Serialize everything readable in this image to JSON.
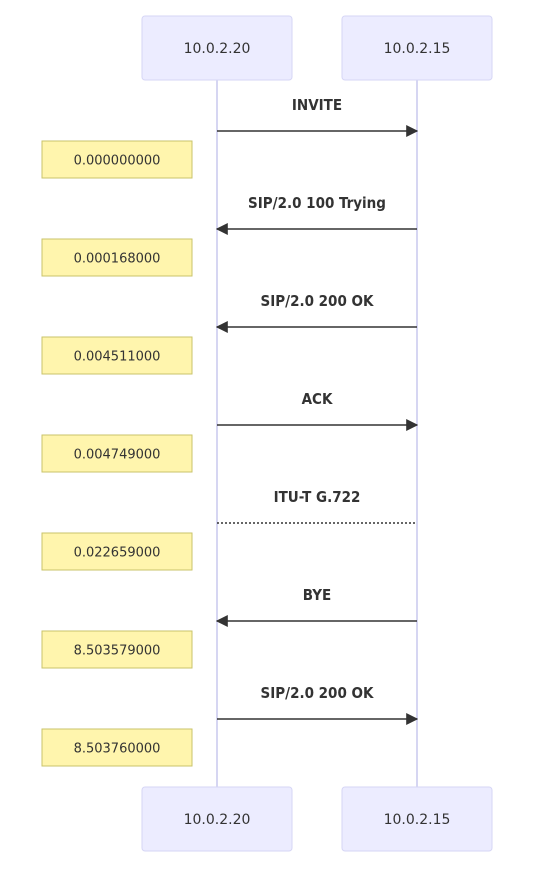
{
  "participants": [
    {
      "name": "10.0.2.20"
    },
    {
      "name": "10.0.2.15"
    }
  ],
  "messages": [
    {
      "label": "INVITE",
      "from": 0,
      "to": 1,
      "style": "solid",
      "note": "0.000000000"
    },
    {
      "label": "SIP/2.0 100 Trying",
      "from": 1,
      "to": 0,
      "style": "solid",
      "note": "0.000168000"
    },
    {
      "label": "SIP/2.0 200 OK",
      "from": 1,
      "to": 0,
      "style": "solid",
      "note": "0.004511000"
    },
    {
      "label": "ACK",
      "from": 0,
      "to": 1,
      "style": "solid",
      "note": "0.004749000"
    },
    {
      "label": "ITU-T G.722",
      "from": 0,
      "to": 1,
      "style": "dotted",
      "note": "0.022659000"
    },
    {
      "label": "BYE",
      "from": 1,
      "to": 0,
      "style": "solid",
      "note": "8.503579000"
    },
    {
      "label": "SIP/2.0 200 OK",
      "from": 0,
      "to": 1,
      "style": "solid",
      "note": "8.503760000"
    }
  ],
  "colors": {
    "actor_fill": "#ececff",
    "lifeline": "#c8c8ee",
    "note_fill": "#fff5ad",
    "arrow": "#333333"
  }
}
